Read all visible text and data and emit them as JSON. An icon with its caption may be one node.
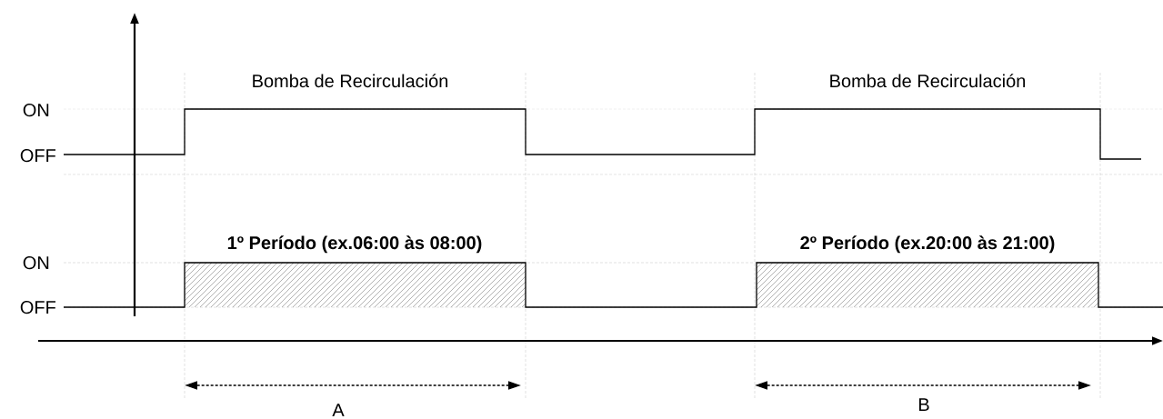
{
  "diagram": {
    "labels": [
      "Bomba de Recirculación",
      "Bomba de Recirculación",
      "ON",
      "OFF",
      "1º Período (ex.06:00 às 08:00)",
      "2º Período (ex.20:00 às 21:00)",
      "ON",
      "OFF",
      "A",
      "B"
    ]
  }
}
